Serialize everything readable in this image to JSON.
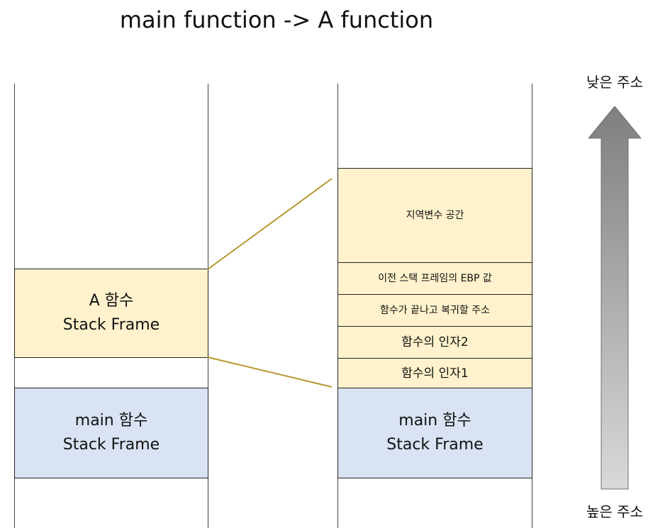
{
  "title": "main function -> A function",
  "left_stack": {
    "a_frame": {
      "line1": "A 함수",
      "line2": "Stack Frame"
    },
    "main_frame": {
      "line1": "main 함수",
      "line2": "Stack Frame"
    }
  },
  "right_stack": {
    "slots": {
      "local_vars": "지역변수 공간",
      "prev_ebp": "이전 스택 프레임의 EBP 값",
      "return_addr": "함수가 끝나고 복귀할 주소",
      "arg2": "함수의 인자2",
      "arg1": "함수의 인자1"
    },
    "main_frame": {
      "line1": "main 함수",
      "line2": "Stack Frame"
    }
  },
  "address_axis": {
    "top_label": "낮은 주소",
    "bottom_label": "높은 주소"
  },
  "colors": {
    "a_frame_fill": "#fff2cc",
    "main_frame_fill": "#dae3f3",
    "connector": "#b8962e",
    "arrow_top": "#7f7f7f",
    "arrow_bottom": "#d9d9d9"
  }
}
